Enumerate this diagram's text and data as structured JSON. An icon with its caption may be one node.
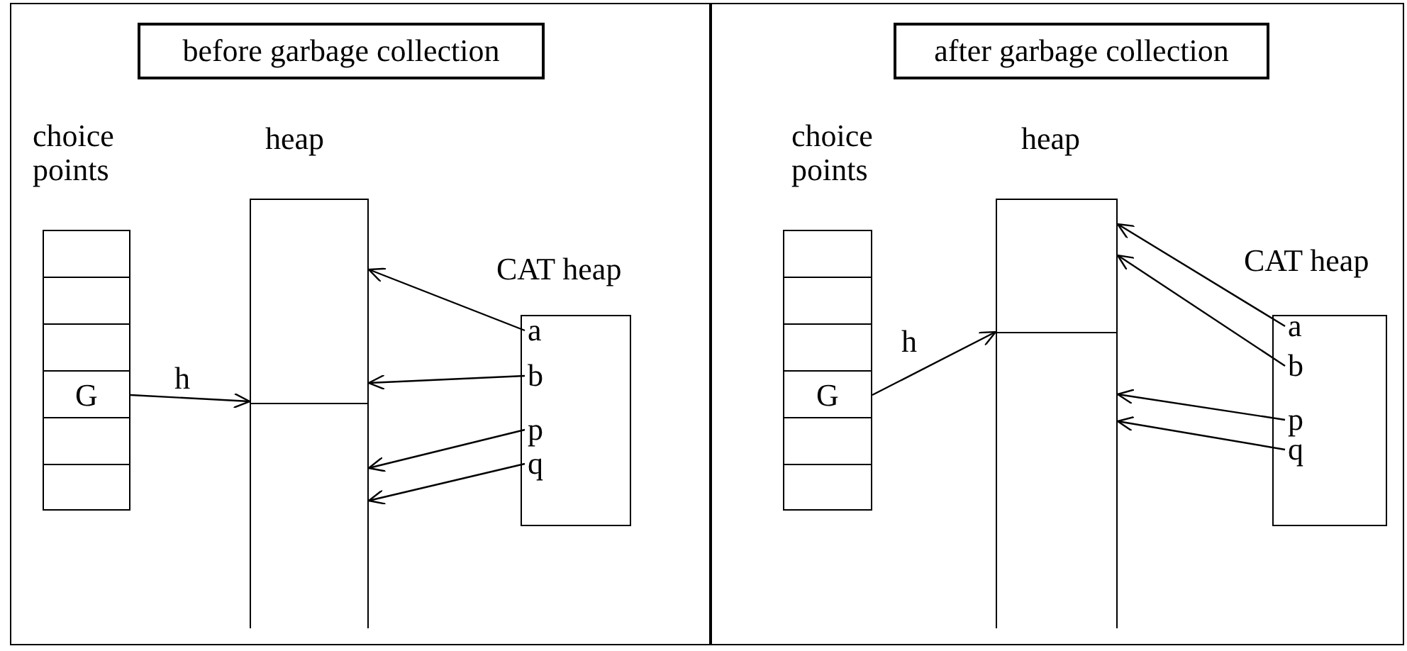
{
  "diagram": {
    "nodes": [
      {
        "text": [
          "before garbage collection"
        ]
      },
      {
        "text": [
          "choice points"
        ]
      },
      {
        "text": [
          "G"
        ],
        "in": 1
      },
      {
        "text": [
          "heap"
        ]
      },
      {
        "text": [
          "CAT heap"
        ]
      },
      {
        "text": [
          "a"
        ],
        "in": 4
      },
      {
        "text": [
          "b"
        ],
        "in": 4
      },
      {
        "text": [
          "p"
        ],
        "in": 4
      },
      {
        "text": [
          "q"
        ],
        "in": 4
      },
      {
        "text": [
          "after garbage collection"
        ]
      },
      {
        "text": [
          "choice points"
        ]
      },
      {
        "text": [
          "G"
        ],
        "in": 10
      },
      {
        "text": [
          "heap"
        ]
      },
      {
        "text": [
          "CAT heap"
        ]
      },
      {
        "text": [
          "a"
        ],
        "in": 13
      },
      {
        "text": [
          "b"
        ],
        "in": 13
      },
      {
        "text": [
          "p"
        ],
        "in": 13
      },
      {
        "text": [
          "q"
        ],
        "in": 13
      }
    ],
    "edges": [
      {
        "from": 2,
        "to": 3,
        "arrow": "to",
        "label": "h"
      },
      {
        "from": 5,
        "to": 3,
        "arrow": "to"
      },
      {
        "from": 6,
        "to": 3,
        "arrow": "to"
      },
      {
        "from": 7,
        "to": 3,
        "arrow": "to"
      },
      {
        "from": 8,
        "to": 3,
        "arrow": "to"
      },
      {
        "from": 11,
        "to": 12,
        "arrow": "to",
        "label": "h"
      },
      {
        "from": 14,
        "to": 12,
        "arrow": "to"
      },
      {
        "from": 15,
        "to": 12,
        "arrow": "to"
      },
      {
        "from": 16,
        "to": 12,
        "arrow": "to"
      },
      {
        "from": 17,
        "to": 12,
        "arrow": "to"
      }
    ]
  }
}
